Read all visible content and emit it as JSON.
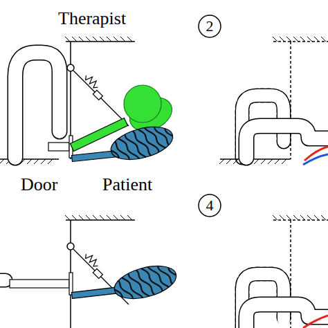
{
  "diagram": {
    "nodes": [
      {
        "text": [
          "2"
        ]
      },
      {
        "text": [
          "4"
        ]
      }
    ],
    "labels": [
      "Therapist",
      "Door",
      "Patient"
    ]
  }
}
